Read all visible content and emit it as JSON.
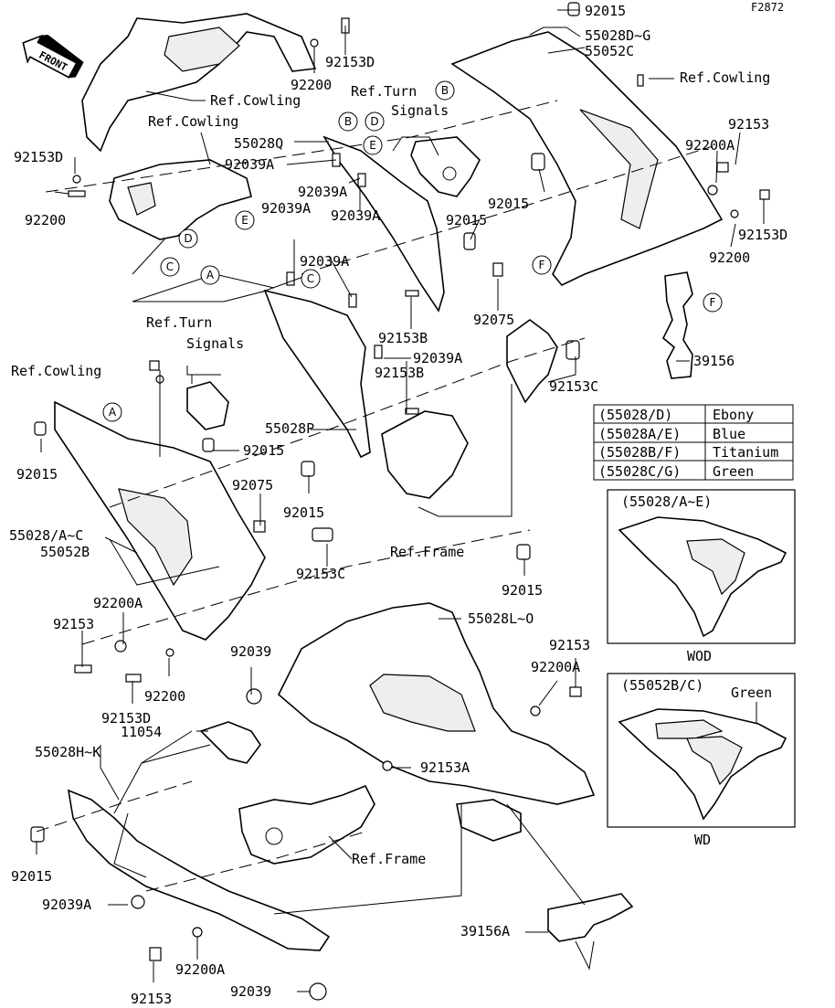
{
  "figure_code": "F2872",
  "front_label": "FRONT",
  "callouts": [
    {
      "id": "c1",
      "text": "92015"
    },
    {
      "id": "c2",
      "text": "55028D~G"
    },
    {
      "id": "c3",
      "text": "55052C"
    },
    {
      "id": "c4",
      "text": "Ref.Cowling"
    },
    {
      "id": "c5",
      "text": "92153D"
    },
    {
      "id": "c6",
      "text": "92200"
    },
    {
      "id": "c7",
      "text": "Ref.Cowling"
    },
    {
      "id": "c8",
      "text": "Ref.Turn"
    },
    {
      "id": "c9",
      "text": "Signals"
    },
    {
      "id": "c10",
      "text": "Ref.Cowling"
    },
    {
      "id": "c11",
      "text": "92153D"
    },
    {
      "id": "c12",
      "text": "92200"
    },
    {
      "id": "c13",
      "text": "55028Q"
    },
    {
      "id": "c14",
      "text": "92039A"
    },
    {
      "id": "c15",
      "text": "92039A"
    },
    {
      "id": "c16",
      "text": "92039A"
    },
    {
      "id": "c17",
      "text": "92039A"
    },
    {
      "id": "c18",
      "text": "92039A"
    },
    {
      "id": "c19",
      "text": "92015"
    },
    {
      "id": "c20",
      "text": "92015"
    },
    {
      "id": "c21",
      "text": "92153"
    },
    {
      "id": "c22",
      "text": "92200A"
    },
    {
      "id": "c23",
      "text": "92153D"
    },
    {
      "id": "c24",
      "text": "92200"
    },
    {
      "id": "c25",
      "text": "92075"
    },
    {
      "id": "c26",
      "text": "92153B"
    },
    {
      "id": "c27",
      "text": "92039A"
    },
    {
      "id": "c28",
      "text": "92153B"
    },
    {
      "id": "c29",
      "text": "92153C"
    },
    {
      "id": "c30",
      "text": "39156"
    },
    {
      "id": "c31",
      "text": "Ref.Turn"
    },
    {
      "id": "c32",
      "text": "Signals"
    },
    {
      "id": "c33",
      "text": "Ref.Cowling"
    },
    {
      "id": "c34",
      "text": "92015"
    },
    {
      "id": "c35",
      "text": "92015"
    },
    {
      "id": "c36",
      "text": "55028P"
    },
    {
      "id": "c37",
      "text": "92075"
    },
    {
      "id": "c38",
      "text": "92015"
    },
    {
      "id": "c39",
      "text": "55028/A~C"
    },
    {
      "id": "c40",
      "text": "55052B"
    },
    {
      "id": "c41",
      "text": "92153C"
    },
    {
      "id": "c42",
      "text": "Ref.Frame"
    },
    {
      "id": "c43",
      "text": "92015"
    },
    {
      "id": "c44",
      "text": "92200A"
    },
    {
      "id": "c45",
      "text": "92153"
    },
    {
      "id": "c46",
      "text": "92200"
    },
    {
      "id": "c47",
      "text": "92153D"
    },
    {
      "id": "c48",
      "text": "92039"
    },
    {
      "id": "c49",
      "text": "11054"
    },
    {
      "id": "c50",
      "text": "55028H~K"
    },
    {
      "id": "c51",
      "text": "55028L~O"
    },
    {
      "id": "c52",
      "text": "92153"
    },
    {
      "id": "c53",
      "text": "92200A"
    },
    {
      "id": "c54",
      "text": "92153A"
    },
    {
      "id": "c55",
      "text": "Ref.Frame"
    },
    {
      "id": "c56",
      "text": "92015"
    },
    {
      "id": "c57",
      "text": "92039A"
    },
    {
      "id": "c58",
      "text": "39156A"
    },
    {
      "id": "c59",
      "text": "92200A"
    },
    {
      "id": "c60",
      "text": "92153"
    },
    {
      "id": "c61",
      "text": "92039"
    }
  ],
  "ref_markers": [
    {
      "id": "m1",
      "letter": "B"
    },
    {
      "id": "m2",
      "letter": "B"
    },
    {
      "id": "m3",
      "letter": "D"
    },
    {
      "id": "m4",
      "letter": "E"
    },
    {
      "id": "m5",
      "letter": "D"
    },
    {
      "id": "m6",
      "letter": "E"
    },
    {
      "id": "m7",
      "letter": "C"
    },
    {
      "id": "m8",
      "letter": "A"
    },
    {
      "id": "m9",
      "letter": "C"
    },
    {
      "id": "m10",
      "letter": "F"
    },
    {
      "id": "m11",
      "letter": "F"
    },
    {
      "id": "m12",
      "letter": "A"
    }
  ],
  "color_table": [
    {
      "code": "(55028/D)",
      "color": "Ebony"
    },
    {
      "code": "(55028A/E)",
      "color": "Blue"
    },
    {
      "code": "(55028B/F)",
      "color": "Titanium"
    },
    {
      "code": "(55028C/G)",
      "color": "Green"
    }
  ],
  "variant_boxes": [
    {
      "header": "(55028/A~E)",
      "caption": "WOD",
      "note": ""
    },
    {
      "header": "(55052B/C)",
      "caption": "WD",
      "note": "Green"
    }
  ]
}
